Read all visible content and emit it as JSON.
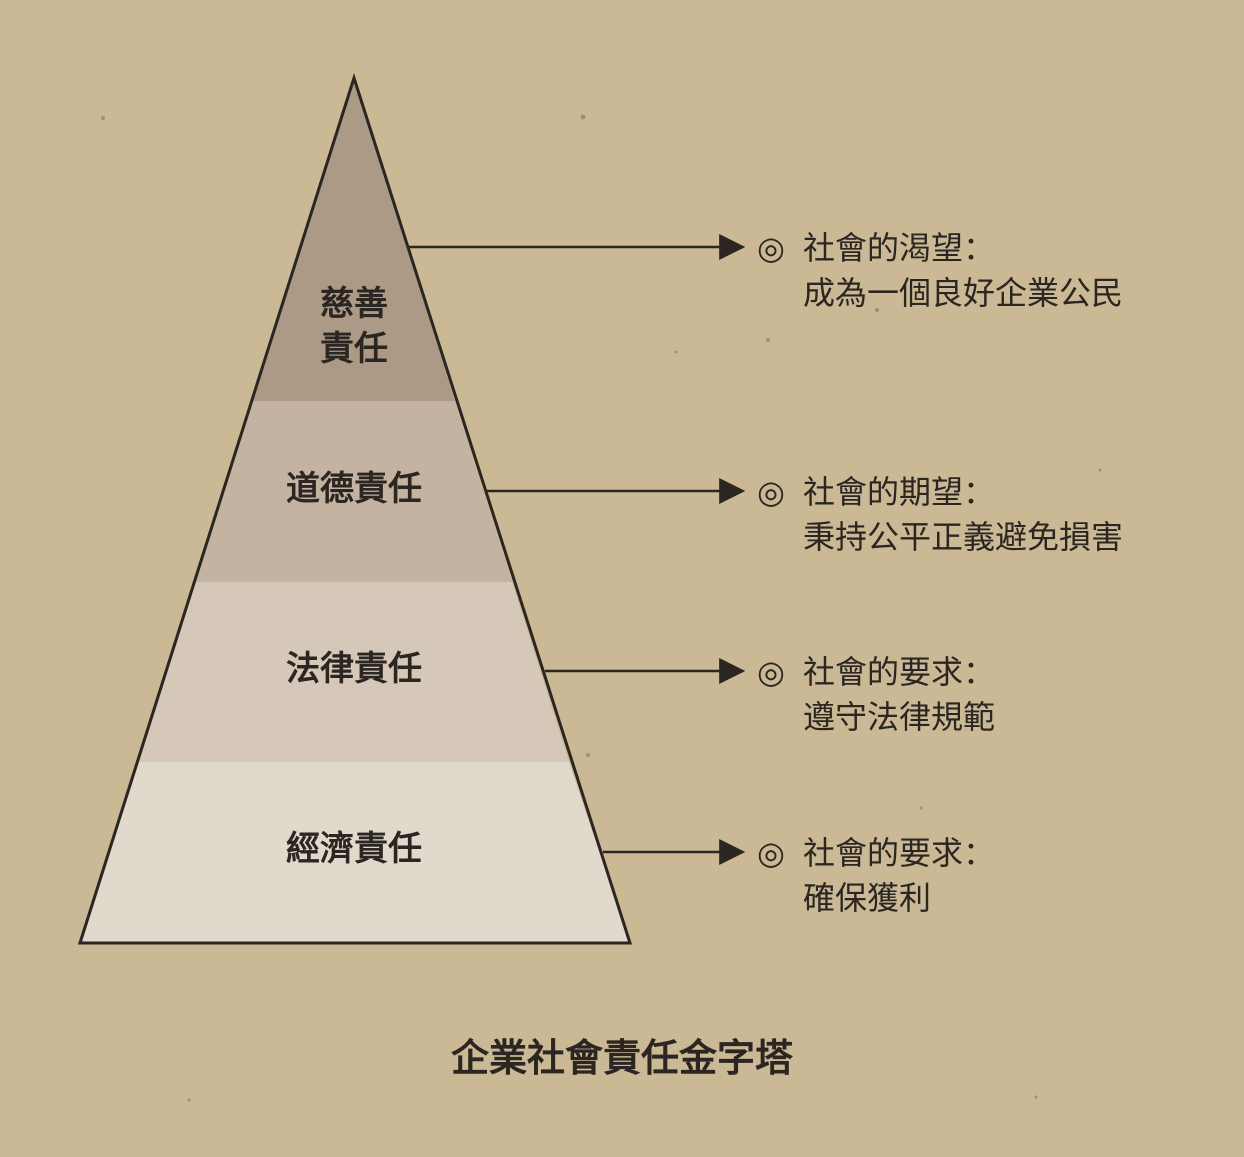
{
  "colors": {
    "background": "#cbb894",
    "tier_top": "#ad9a86",
    "tier_second": "#c3b3a0",
    "tier_third": "#d5c8b8",
    "tier_base": "#e2d9cd",
    "outline": "#2b2622",
    "text": "#2b2622"
  },
  "pyramid": {
    "tiers": [
      {
        "label_lines": [
          "慈善",
          "責任"
        ]
      },
      {
        "label_lines": [
          "道德責任"
        ]
      },
      {
        "label_lines": [
          "法律責任"
        ]
      },
      {
        "label_lines": [
          "經濟責任"
        ]
      }
    ]
  },
  "notes": [
    {
      "marker": "◎",
      "heading": "社會的渴望：",
      "body": "成為一個良好企業公民"
    },
    {
      "marker": "◎",
      "heading": "社會的期望：",
      "body": "秉持公平正義避免損害"
    },
    {
      "marker": "◎",
      "heading": "社會的要求：",
      "body": "遵守法律規範"
    },
    {
      "marker": "◎",
      "heading": "社會的要求：",
      "body": "確保獲利"
    }
  ],
  "caption": "企業社會責任金字塔"
}
